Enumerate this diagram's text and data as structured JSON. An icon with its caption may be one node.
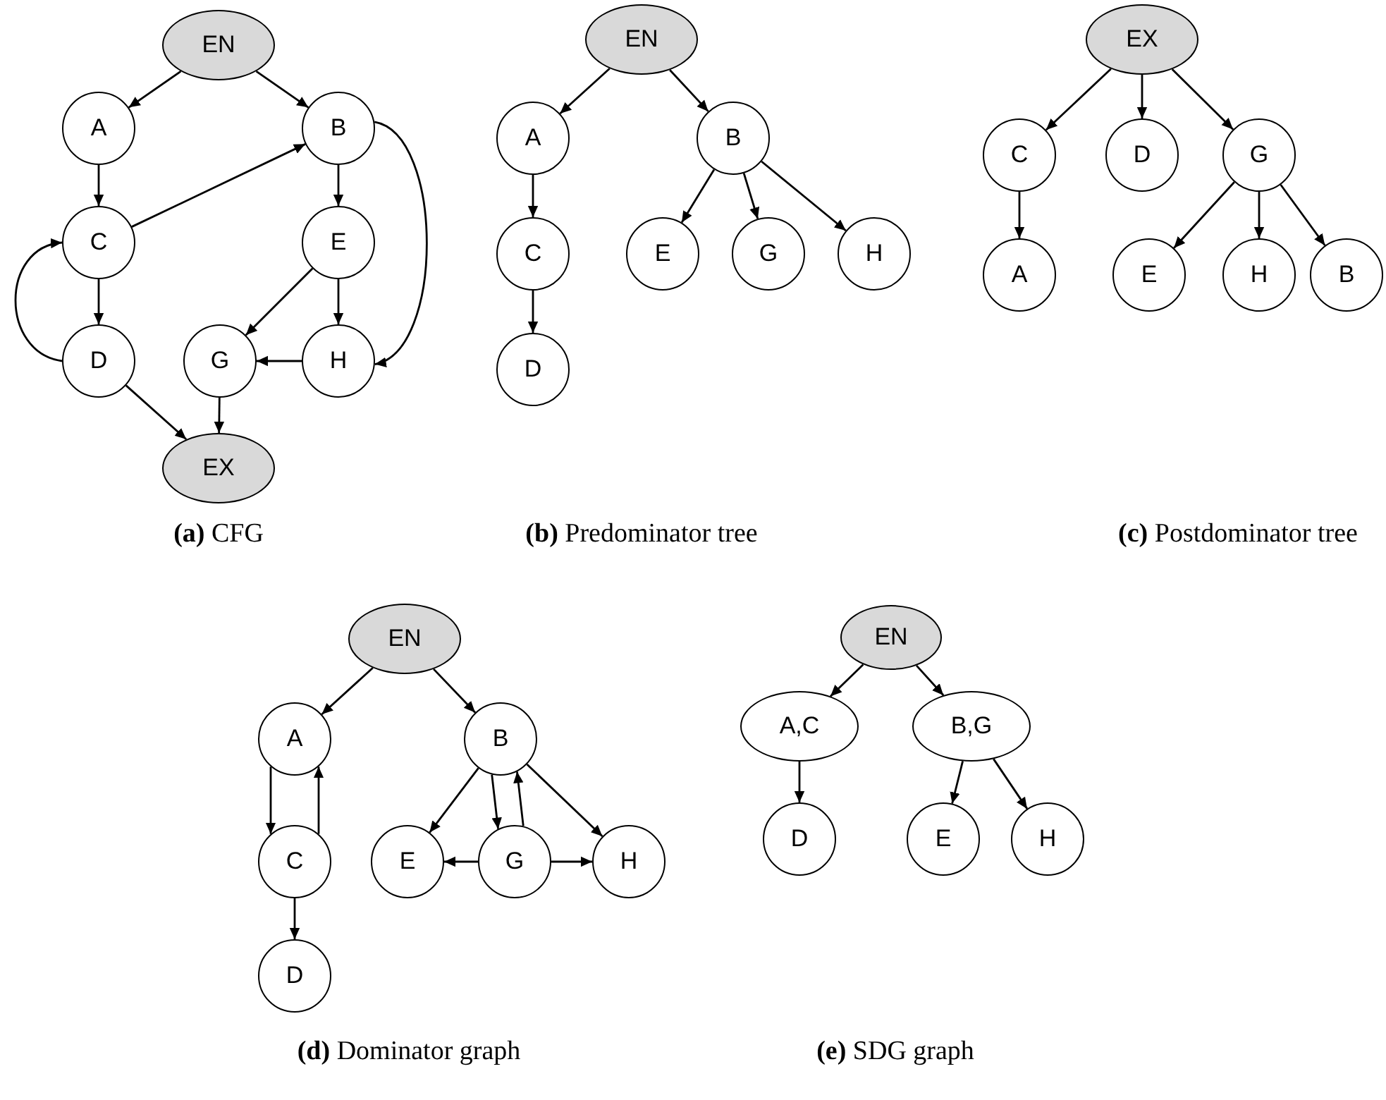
{
  "diagram": {
    "nodes": [
      {
        "text": [
          "EN"
        ]
      },
      {
        "text": [
          "A"
        ]
      },
      {
        "text": [
          "B"
        ]
      },
      {
        "text": [
          "C"
        ]
      },
      {
        "text": [
          "E"
        ]
      },
      {
        "text": [
          "D"
        ]
      },
      {
        "text": [
          "G"
        ]
      },
      {
        "text": [
          "H"
        ]
      },
      {
        "text": [
          "EX"
        ]
      },
      {
        "text": [
          "EN"
        ]
      },
      {
        "text": [
          "A"
        ]
      },
      {
        "text": [
          "B"
        ]
      },
      {
        "text": [
          "C"
        ]
      },
      {
        "text": [
          "E"
        ]
      },
      {
        "text": [
          "G"
        ]
      },
      {
        "text": [
          "H"
        ]
      },
      {
        "text": [
          "D"
        ]
      },
      {
        "text": [
          "EX"
        ]
      },
      {
        "text": [
          "C"
        ]
      },
      {
        "text": [
          "D"
        ]
      },
      {
        "text": [
          "G"
        ]
      },
      {
        "text": [
          "A"
        ]
      },
      {
        "text": [
          "E"
        ]
      },
      {
        "text": [
          "H"
        ]
      },
      {
        "text": [
          "B"
        ]
      },
      {
        "text": [
          "EN"
        ]
      },
      {
        "text": [
          "A"
        ]
      },
      {
        "text": [
          "B"
        ]
      },
      {
        "text": [
          "C"
        ]
      },
      {
        "text": [
          "E"
        ]
      },
      {
        "text": [
          "G"
        ]
      },
      {
        "text": [
          "H"
        ]
      },
      {
        "text": [
          "D"
        ]
      },
      {
        "text": [
          "EN"
        ]
      },
      {
        "text": [
          "A,C"
        ]
      },
      {
        "text": [
          "B,G"
        ]
      },
      {
        "text": [
          "D"
        ]
      },
      {
        "text": [
          "E"
        ]
      },
      {
        "text": [
          "H"
        ]
      }
    ],
    "edges": [
      {
        "from": 0,
        "to": 1,
        "arrow": "to"
      },
      {
        "from": 0,
        "to": 2,
        "arrow": "to"
      },
      {
        "from": 1,
        "to": 3,
        "arrow": "to"
      },
      {
        "from": 3,
        "to": 2,
        "arrow": "to"
      },
      {
        "from": 2,
        "to": 4,
        "arrow": "to"
      },
      {
        "from": 2,
        "to": 7,
        "arrow": "to"
      },
      {
        "from": 3,
        "to": 5,
        "arrow": "to"
      },
      {
        "from": 5,
        "to": 3,
        "arrow": "to"
      },
      {
        "from": 4,
        "to": 6,
        "arrow": "to"
      },
      {
        "from": 4,
        "to": 7,
        "arrow": "to"
      },
      {
        "from": 7,
        "to": 6,
        "arrow": "to"
      },
      {
        "from": 5,
        "to": 8,
        "arrow": "to"
      },
      {
        "from": 6,
        "to": 8,
        "arrow": "to"
      },
      {
        "from": 9,
        "to": 10,
        "arrow": "to"
      },
      {
        "from": 9,
        "to": 11,
        "arrow": "to"
      },
      {
        "from": 10,
        "to": 12,
        "arrow": "to"
      },
      {
        "from": 12,
        "to": 16,
        "arrow": "to"
      },
      {
        "from": 11,
        "to": 13,
        "arrow": "to"
      },
      {
        "from": 11,
        "to": 14,
        "arrow": "to"
      },
      {
        "from": 11,
        "to": 15,
        "arrow": "to"
      },
      {
        "from": 17,
        "to": 18,
        "arrow": "to"
      },
      {
        "from": 17,
        "to": 19,
        "arrow": "to"
      },
      {
        "from": 17,
        "to": 20,
        "arrow": "to"
      },
      {
        "from": 18,
        "to": 21,
        "arrow": "to"
      },
      {
        "from": 20,
        "to": 22,
        "arrow": "to"
      },
      {
        "from": 20,
        "to": 23,
        "arrow": "to"
      },
      {
        "from": 20,
        "to": 24,
        "arrow": "to"
      },
      {
        "from": 25,
        "to": 26,
        "arrow": "to"
      },
      {
        "from": 25,
        "to": 27,
        "arrow": "to"
      },
      {
        "from": 26,
        "to": 28,
        "arrow": "to"
      },
      {
        "from": 28,
        "to": 26,
        "arrow": "to"
      },
      {
        "from": 28,
        "to": 32,
        "arrow": "to"
      },
      {
        "from": 27,
        "to": 29,
        "arrow": "to"
      },
      {
        "from": 27,
        "to": 30,
        "arrow": "to"
      },
      {
        "from": 30,
        "to": 27,
        "arrow": "to"
      },
      {
        "from": 27,
        "to": 31,
        "arrow": "to"
      },
      {
        "from": 30,
        "to": 29,
        "arrow": "to"
      },
      {
        "from": 30,
        "to": 31,
        "arrow": "to"
      },
      {
        "from": 33,
        "to": 34,
        "arrow": "to"
      },
      {
        "from": 33,
        "to": 35,
        "arrow": "to"
      },
      {
        "from": 34,
        "to": 36,
        "arrow": "to"
      },
      {
        "from": 35,
        "to": 37,
        "arrow": "to"
      },
      {
        "from": 35,
        "to": 38,
        "arrow": "to"
      }
    ],
    "labels": [
      "**(a)** CFG",
      "**(b)** Predominator tree",
      "**(c)** Postdominator tree",
      "**(d)** Dominator graph",
      "**(e)** SDG graph"
    ]
  }
}
